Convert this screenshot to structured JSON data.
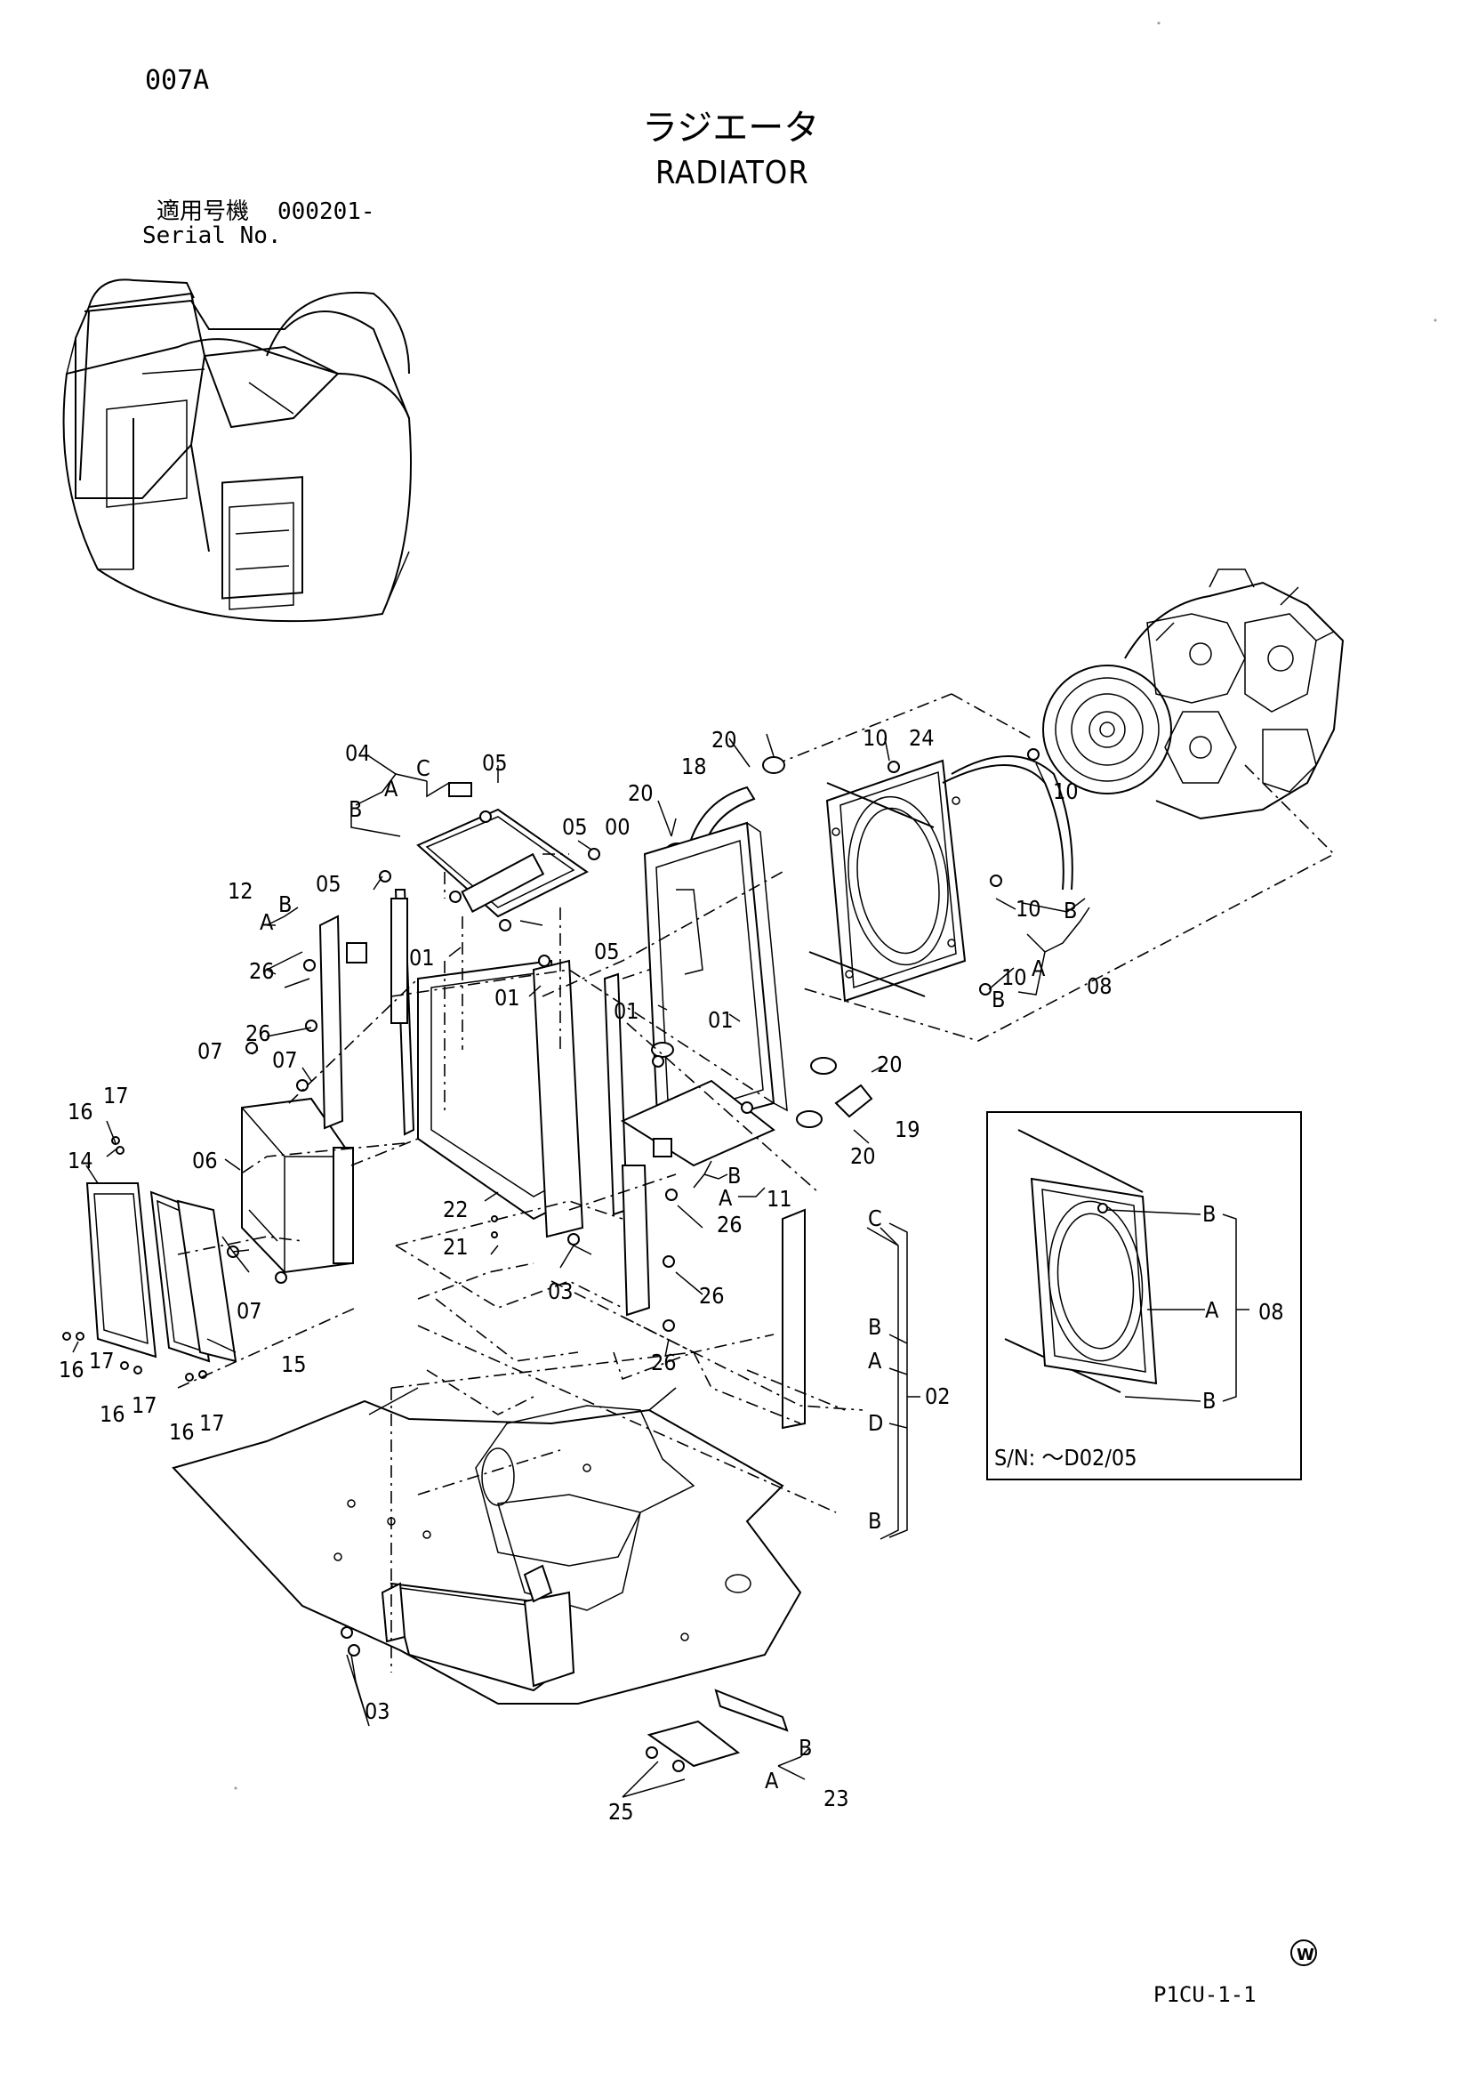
{
  "page": {
    "code": "007A",
    "title_jp": "ラジエータ",
    "title_en": "RADIATOR",
    "serial_jp": "適用号機",
    "serial_number": "000201-",
    "serial_en": "Serial No.",
    "footer_code": "P1CU-1-1",
    "watermark": "W"
  },
  "inset": {
    "sn_label": "S/N: ～D02/05",
    "callouts": [
      "B",
      "A",
      "08",
      "B"
    ]
  },
  "callouts": {
    "c00": "00",
    "c01a": "01",
    "c01b": "01",
    "c01c": "01",
    "c01d": "01",
    "c02": "02",
    "c03a": "03",
    "c03b": "03",
    "c04": "04",
    "c04A": "A",
    "c04B": "B",
    "c04C": "C",
    "c05a": "05",
    "c05b": "05",
    "c05c": "05",
    "c05d": "05",
    "c06": "06",
    "c07a": "07",
    "c07b": "07",
    "c07c": "07",
    "c08": "08",
    "c08A": "A",
    "c08B1": "B",
    "c08B2": "B",
    "c10a": "10",
    "c10b": "10",
    "c10c": "10",
    "c10d": "10",
    "c11": "11",
    "c11A": "A",
    "c11B": "B",
    "c12": "12",
    "c12A": "A",
    "c12B": "B",
    "c14": "14",
    "c15": "15",
    "c16a": "16",
    "c16b": "16",
    "c16c": "16",
    "c16d": "16",
    "c17a": "17",
    "c17b": "17",
    "c17c": "17",
    "c17d": "17",
    "c18": "18",
    "c19": "19",
    "c20a": "20",
    "c20b": "20",
    "c20c": "20",
    "c20d": "20",
    "c21": "21",
    "c22": "22",
    "c23": "23",
    "c23A": "A",
    "c23B": "B",
    "c24": "24",
    "c25": "25",
    "c26a": "26",
    "c26b": "26",
    "c26c": "26",
    "c26d": "26",
    "c26e": "26",
    "c02C": "C",
    "c02B1": "B",
    "c02A": "A",
    "c02D": "D",
    "c02B2": "B"
  }
}
